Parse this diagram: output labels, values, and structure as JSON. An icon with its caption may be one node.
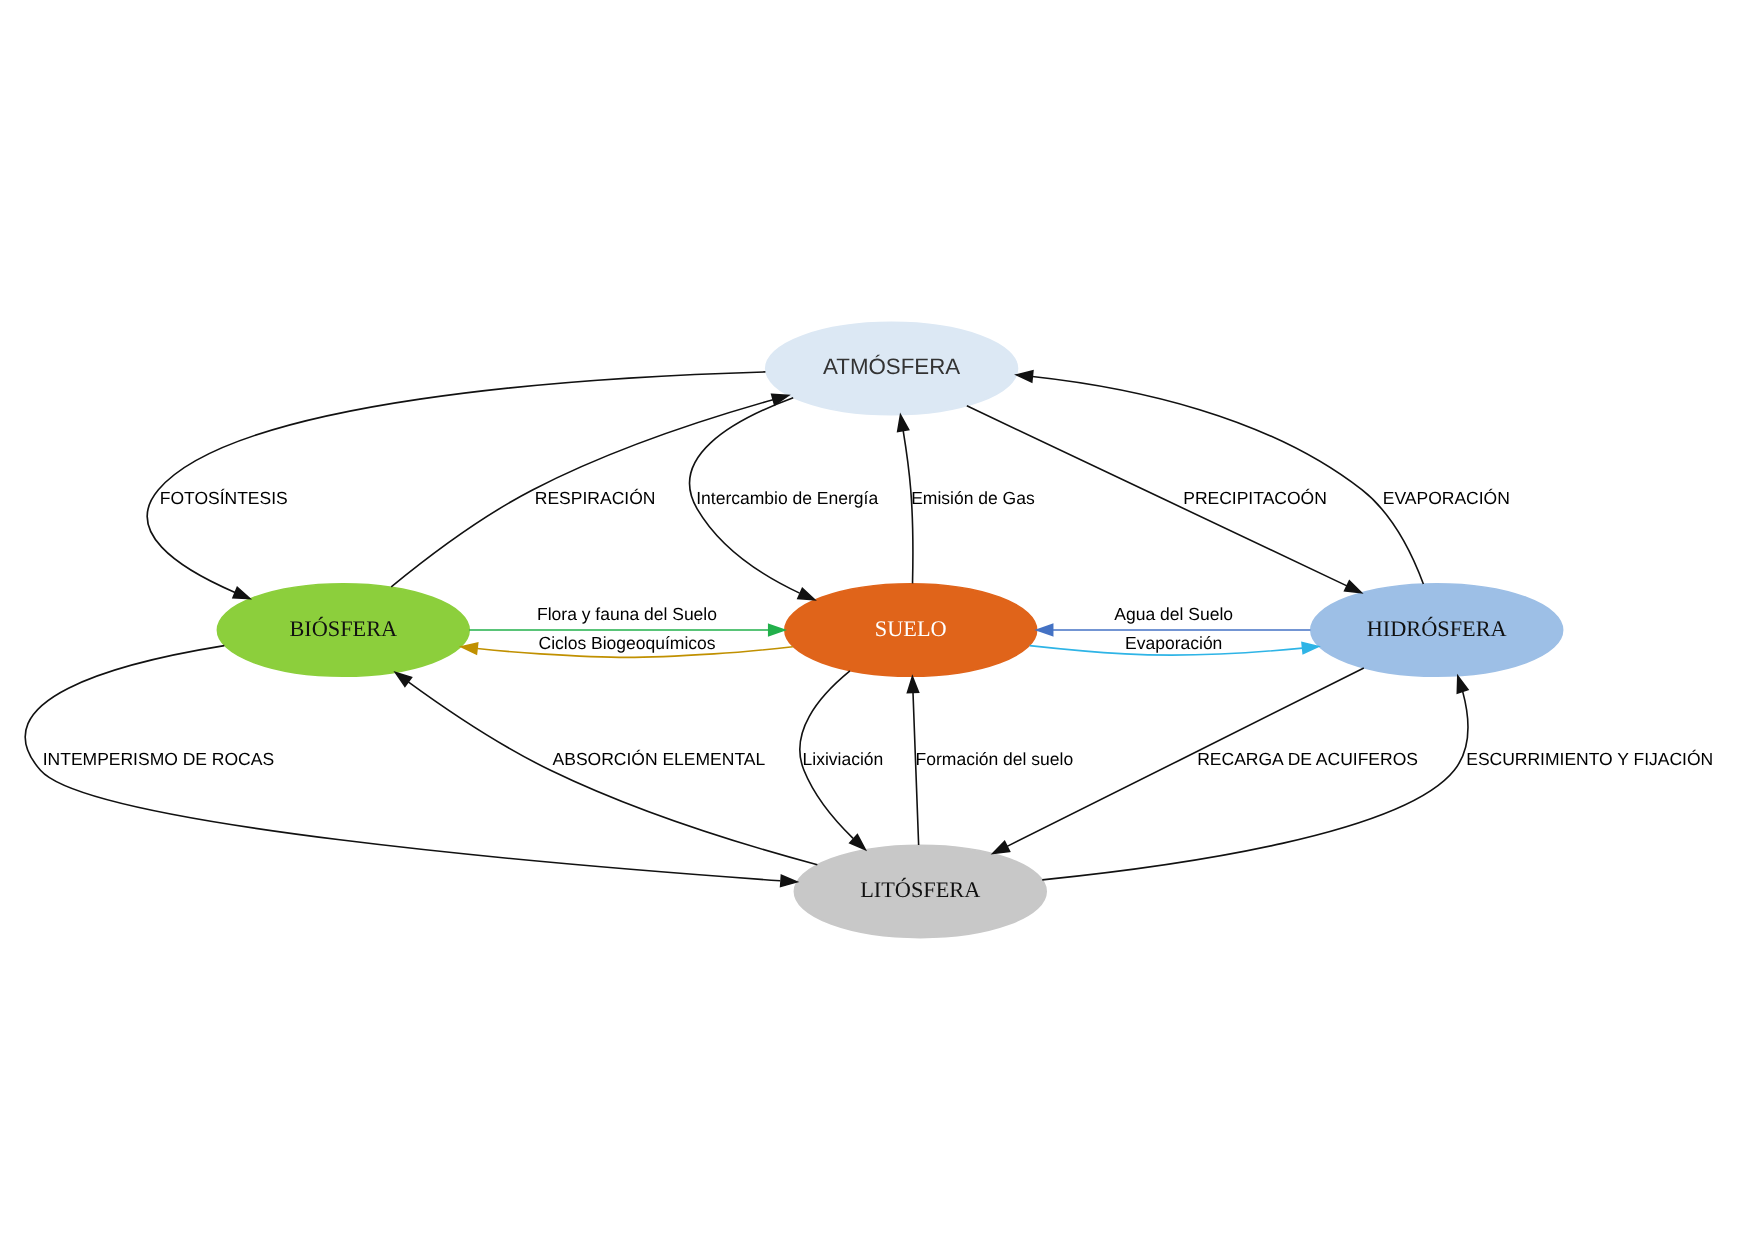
{
  "diagram": {
    "nodes": [
      {
        "text": [
          "ATMÓSFERA"
        ]
      },
      {
        "text": [
          "BIÓSFERA"
        ]
      },
      {
        "text": [
          "SUELO"
        ]
      },
      {
        "text": [
          "HIDRÓSFERA"
        ]
      },
      {
        "text": [
          "LITÓSFERA"
        ]
      }
    ],
    "edges": [
      {
        "from": 0,
        "to": 1,
        "arrow": "to",
        "label": "FOTOSÍNTESIS"
      },
      {
        "from": 1,
        "to": 0,
        "arrow": "to",
        "label": "RESPIRACIÓN"
      },
      {
        "from": 2,
        "to": 0,
        "arrow": "to",
        "label": "Emisión de Gas"
      },
      {
        "from": 0,
        "to": 2,
        "arrow": "to",
        "label": "Intercambio de Energía"
      },
      {
        "from": 0,
        "to": 3,
        "arrow": "to",
        "label": "PRECIPITACOÓN"
      },
      {
        "from": 3,
        "to": 0,
        "arrow": "to",
        "label": "EVAPORACIÓN"
      },
      {
        "from": 2,
        "to": 1,
        "arrow": "to",
        "label": "Ciclos Biogeoquímicos",
        "color": "#c09000"
      },
      {
        "from": 1,
        "to": 2,
        "arrow": "to",
        "label": "Flora y fauna del Suelo",
        "color": "#22b04b"
      },
      {
        "from": 3,
        "to": 2,
        "arrow": "to",
        "label": "Agua del Suelo",
        "color": "#4472c4"
      },
      {
        "from": 2,
        "to": 3,
        "arrow": "to",
        "label": "Evaporación",
        "color": "#2eb4e6"
      },
      {
        "from": 1,
        "to": 4,
        "arrow": "to",
        "label": "INTEMPERISMO DE ROCAS"
      },
      {
        "from": 4,
        "to": 1,
        "arrow": "to",
        "label": "ABSORCIÓN ELEMENTAL"
      },
      {
        "from": 4,
        "to": 2,
        "arrow": "to",
        "label": "Formación del suelo"
      },
      {
        "from": 2,
        "to": 4,
        "arrow": "to",
        "label": "Lixiviación"
      },
      {
        "from": 3,
        "to": 4,
        "arrow": "to",
        "label": "RECARGA DE ACUIFEROS"
      },
      {
        "from": 4,
        "to": 3,
        "arrow": "to",
        "label": "ESCURRIMIENTO Y FIJACIÓN"
      }
    ]
  }
}
